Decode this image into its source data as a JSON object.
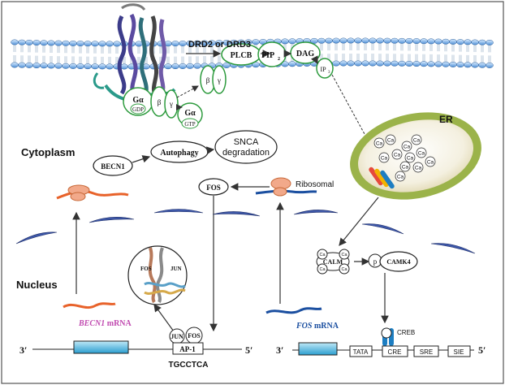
{
  "labels": {
    "receptor": "DRD2 or DRD3",
    "plcb": "PLCB",
    "pip2_base": "PIP",
    "pip2_sub": "2",
    "dag": "DAG",
    "ip3_base": "IP",
    "ip3_sub": "3",
    "galpha": "Gα",
    "gdp": "GDP",
    "beta": "β",
    "gamma": "γ",
    "galpha_gtp": "Gα",
    "gtp": "GTP",
    "er": "ER",
    "ca": "Ca",
    "cytoplasm": "Cytoplasm",
    "nucleus": "Nucleus",
    "becn1": "BECN1",
    "autophagy": "Autophagy",
    "snca_line1": "SNCA",
    "snca_line2": "degradation",
    "fos_protein": "FOS",
    "ribosomal": "Ribosomal",
    "calm": "CALM",
    "p": "p",
    "camk4": "CAMK4",
    "fos_struct": "FOS",
    "jun_struct": "JUN",
    "becn1_mrna_gene": "BECN1",
    "becn1_mrna_suffix": " mRNA",
    "fos_mrna_gene": "FOS",
    "fos_mrna_suffix": " mRNA",
    "three_prime_left": "3′",
    "five_prime_left": "5′",
    "jun": "JUN",
    "fos": "FOS",
    "ap1": "AP-1",
    "tgcctca": "TGCCTCA",
    "three_prime_right": "3′",
    "five_prime_right": "5′",
    "creb": "CREB",
    "tata": "TATA",
    "cre": "CRE",
    "sre": "SRE",
    "sie": "SIE"
  }
}
